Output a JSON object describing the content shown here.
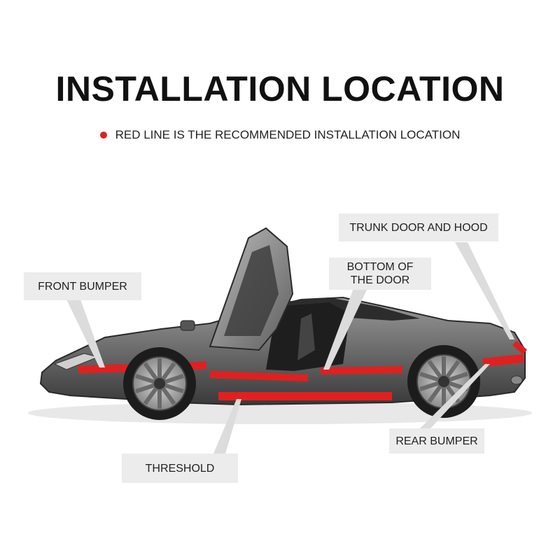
{
  "title": "INSTALLATION LOCATION",
  "subtitle": "RED LINE IS THE RECOMMENDED INSTALLATION LOCATION",
  "labels": {
    "front_bumper": "FRONT BUMPER",
    "trunk_door_hood": "TRUNK DOOR AND HOOD",
    "bottom_of_door": "BOTTOM OF\nTHE DOOR",
    "rear_bumper": "REAR BUMPER",
    "threshold": "THRESHOLD"
  },
  "colors": {
    "accent": "#e02020",
    "label_bg": "#ececec",
    "car_body": "#6f6f6f"
  }
}
